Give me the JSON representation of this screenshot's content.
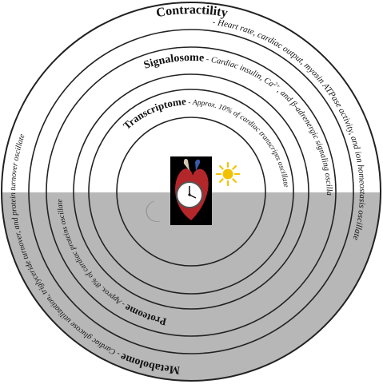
{
  "rings": {
    "contractility": {
      "title": "Contractility",
      "description": " - Heart rate, cardiac output, myosin ATPase activity, and ion homeostasis oscillate"
    },
    "signalosome": {
      "title": "Signalosome",
      "description_a": " - Cardiac insulin, Ca",
      "description_sup": "2+",
      "description_b": ", and β-adrenergic signaling oscillate"
    },
    "transcriptome": {
      "title": "Transcriptome",
      "description": " - Approx. 10% of cardiac transcripts oscillate"
    },
    "proteome": {
      "title": "Proteome",
      "description": " - Approx. 8% of cardiac proteins oscillate"
    },
    "metabolome": {
      "title": "Metabolome",
      "description": " - Cardiac glucose utilization, triglyceride turnover, and protein turnover oscillate"
    }
  },
  "icons": [
    "heart-clock-icon",
    "sun-icon",
    "moon-icon"
  ],
  "colors": {
    "day": "#ffffff",
    "night": "#b7b7b7",
    "ring_stroke": "#222222",
    "sun": "#f2c200",
    "moon": "#eeeeee"
  }
}
